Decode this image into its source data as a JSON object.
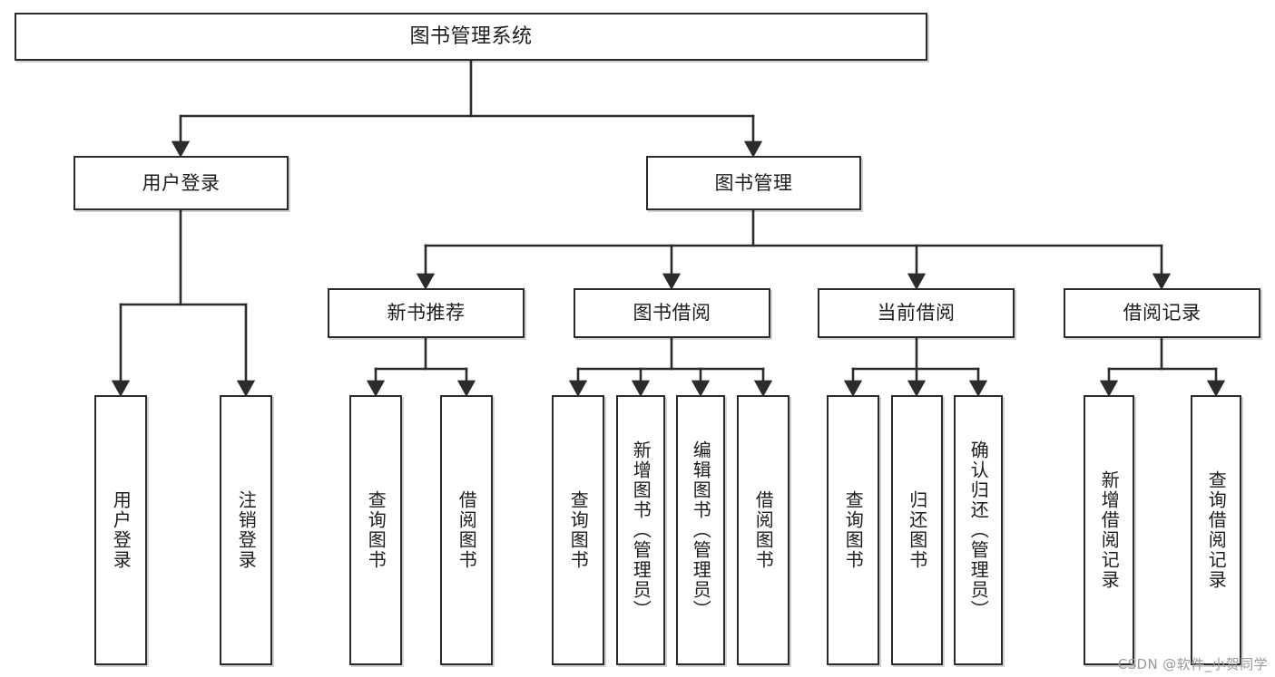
{
  "diagram": {
    "title": "图书管理系统",
    "type": "tree",
    "watermark": "CSDN @软件_小贺同学",
    "colors": {
      "stroke": "#2b2b2b",
      "fill": "#ffffff",
      "text": "#1c1c1c",
      "watermark": "#9a9a9a"
    },
    "root": {
      "label": "图书管理系统"
    },
    "level1": [
      {
        "label": "用户登录"
      },
      {
        "label": "图书管理"
      }
    ],
    "level2": [
      {
        "label": "新书推荐"
      },
      {
        "label": "图书借阅"
      },
      {
        "label": "当前借阅"
      },
      {
        "label": "借阅记录"
      }
    ],
    "leaves": {
      "user_login": [
        {
          "label": "用户登录"
        },
        {
          "label": "注销登录"
        }
      ],
      "new_book_recommend": [
        {
          "label": "查询图书"
        },
        {
          "label": "借阅图书"
        }
      ],
      "book_borrow": [
        {
          "label": "查询图书"
        },
        {
          "label": "新增图书（管理员）"
        },
        {
          "label": "编辑图书（管理员）"
        },
        {
          "label": "借阅图书"
        }
      ],
      "current_borrow": [
        {
          "label": "查询图书"
        },
        {
          "label": "归还图书"
        },
        {
          "label": "确认归还（管理员）"
        }
      ],
      "borrow_record": [
        {
          "label": "新增借阅记录"
        },
        {
          "label": "查询借阅记录"
        }
      ]
    }
  }
}
